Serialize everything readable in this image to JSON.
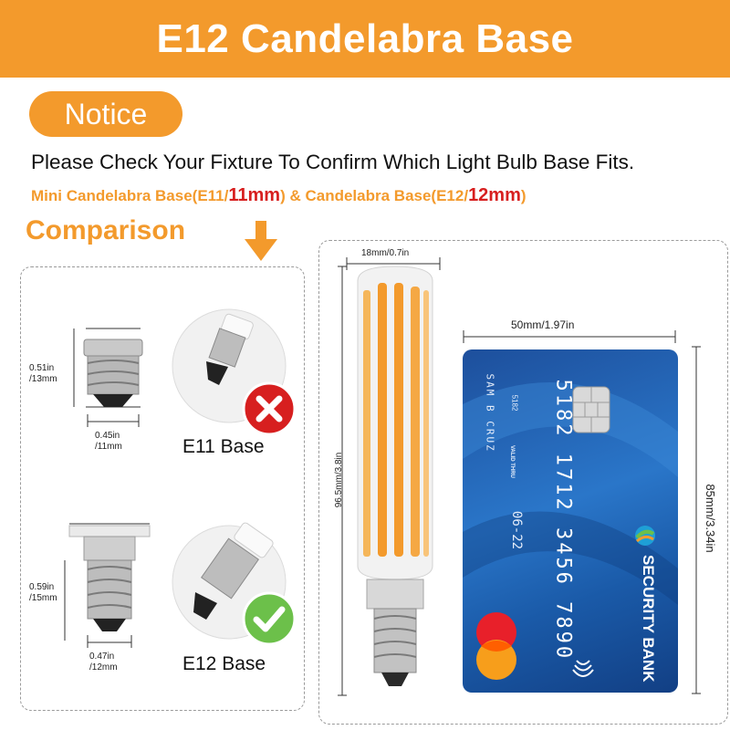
{
  "banner": {
    "title": "E12 Candelabra Base",
    "color": "#f39a2c"
  },
  "notice": {
    "label": "Notice"
  },
  "check_text": "Please Check Your Fixture To Confirm Which Light Bulb Base Fits.",
  "base_line": {
    "part1": "Mini Candelabra Base(E11/",
    "red1": "11mm",
    "part2": ") & Candelabra Base(E12/",
    "red2": "12mm",
    "part3": ")"
  },
  "comparison": {
    "label": "Comparison"
  },
  "e11": {
    "height_in": "0.51in",
    "height_mm": "/13mm",
    "width_in": "0.45in",
    "width_mm": "/11mm",
    "label": "E11 Base",
    "status": "cross-icon"
  },
  "e12": {
    "height_in": "0.59in",
    "height_mm": "/15mm",
    "width_in": "0.47in",
    "width_mm": "/12mm",
    "label": "E12 Base",
    "status": "check-icon"
  },
  "bulb": {
    "width_label": "18mm/0.7in",
    "height_label": "96.5mm/3.8in"
  },
  "card": {
    "width_label": "50mm/1.97in",
    "height_label": "85mm/3.34in",
    "holder": "SAM B CRUZ",
    "small_number": "5182",
    "number": "5182 1712 3456 7890",
    "valid_label": "VALID THRU",
    "expiry": "06-22",
    "bank": "SECURITY BANK"
  },
  "colors": {
    "accent": "#f39a2c",
    "red": "#d71f1f",
    "green": "#6cc04a",
    "card_blue": "#1f5fb4"
  }
}
